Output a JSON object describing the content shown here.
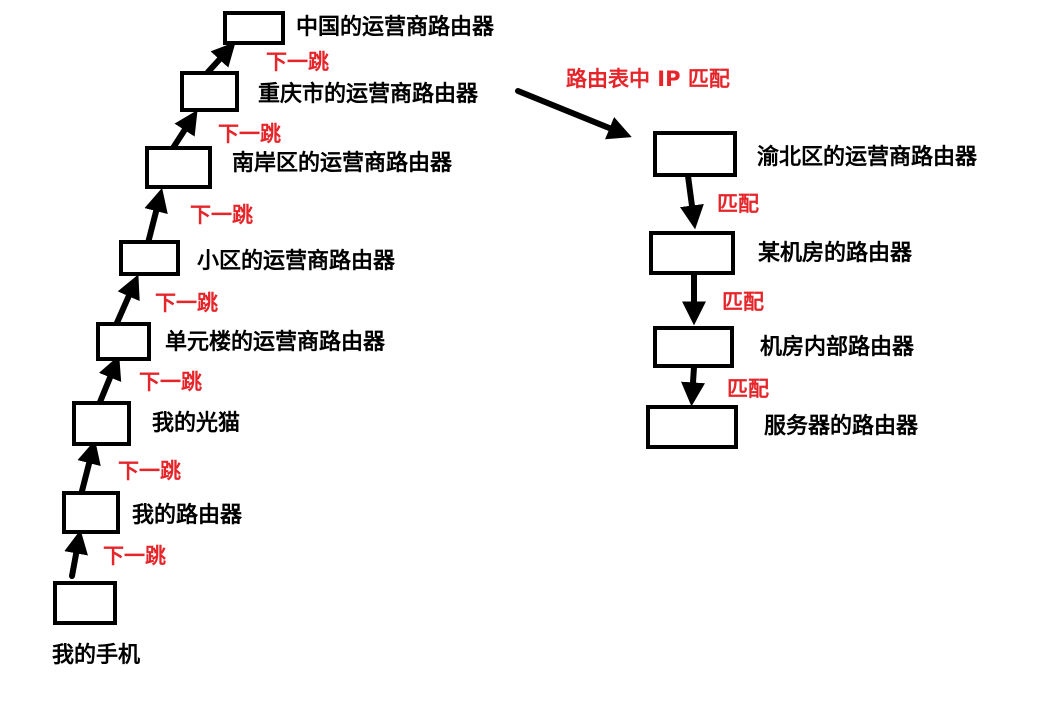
{
  "colors": {
    "box_stroke": "#000000",
    "arrow": "#000000",
    "label_text": "#000000",
    "edge_label_text": "#e5252a",
    "background": "#ffffff"
  },
  "diagram": {
    "nodes": [
      {
        "id": "phone",
        "label": "我的手机"
      },
      {
        "id": "home-router",
        "label": "我的路由器"
      },
      {
        "id": "modem",
        "label": "我的光猫"
      },
      {
        "id": "building",
        "label": "单元楼的运营商路由器"
      },
      {
        "id": "community",
        "label": "小区的运营商路由器"
      },
      {
        "id": "nanan",
        "label": "南岸区的运营商路由器"
      },
      {
        "id": "chongqing",
        "label": "重庆市的运营商路由器"
      },
      {
        "id": "china",
        "label": "中国的运营商路由器"
      },
      {
        "id": "yubei",
        "label": "渝北区的运营商路由器"
      },
      {
        "id": "idc",
        "label": "某机房的路由器"
      },
      {
        "id": "idc-inner",
        "label": "机房内部路由器"
      },
      {
        "id": "server",
        "label": "服务器的路由器"
      }
    ],
    "edges": [
      {
        "from": "phone",
        "to": "home-router",
        "label": "下一跳"
      },
      {
        "from": "home-router",
        "to": "modem",
        "label": "下一跳"
      },
      {
        "from": "modem",
        "to": "building",
        "label": "下一跳"
      },
      {
        "from": "building",
        "to": "community",
        "label": "下一跳"
      },
      {
        "from": "community",
        "to": "nanan",
        "label": "下一跳"
      },
      {
        "from": "nanan",
        "to": "chongqing",
        "label": "下一跳"
      },
      {
        "from": "chongqing",
        "to": "china",
        "label": "下一跳"
      },
      {
        "from": "chongqing",
        "to": "yubei",
        "label": "路由表中 IP 匹配"
      },
      {
        "from": "yubei",
        "to": "idc",
        "label": "匹配"
      },
      {
        "from": "idc",
        "to": "idc-inner",
        "label": "匹配"
      },
      {
        "from": "idc-inner",
        "to": "server",
        "label": "匹配"
      }
    ]
  }
}
